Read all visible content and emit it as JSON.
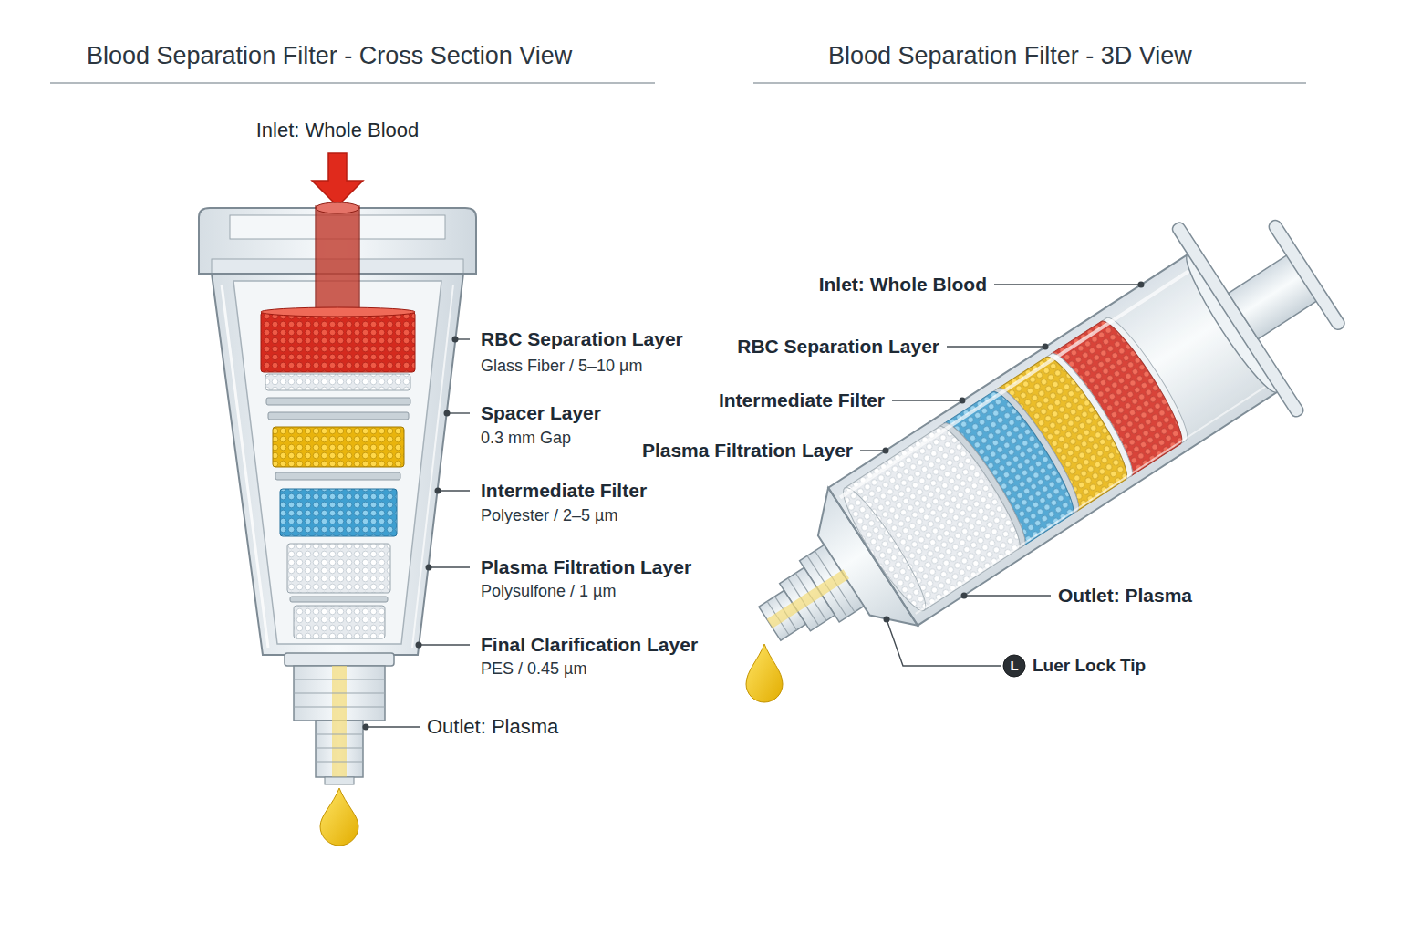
{
  "diagram": {
    "title": "Blood Separation Filter - Cross Section View",
    "labels": [
      "Blood Separation Filter - 3D View",
      "Inlet: Whole Blood",
      "RBC Separation Layer",
      "Glass Fiber / 5–10 µm",
      "Spacer Layer",
      "0.3 mm Gap",
      "Intermediate Filter",
      "Polyester / 2–5 µm",
      "Plasma Filtration Layer",
      "Polysulfone / 1 µm",
      "Final Clarification Layer",
      "PES / 0.45 µm",
      "Outlet: Plasma",
      "Inlet: Whole Blood",
      "RBC Separation Layer",
      "Intermediate Filter",
      "Plasma Filtration Layer",
      "Outlet: Plasma",
      "L",
      "Luer Lock Tip"
    ]
  }
}
